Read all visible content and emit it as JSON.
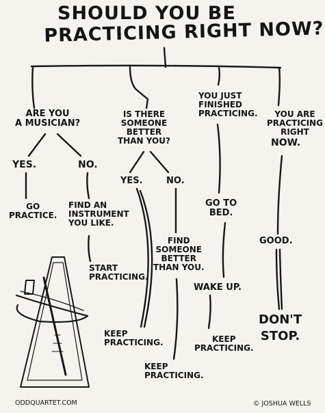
{
  "title": {
    "line1": "Should you be",
    "line2": "practicing right now?"
  },
  "nodes": {
    "are_you_musician": "Are you\na musician?",
    "yes_1": "Yes.",
    "no_1": "No.",
    "go_practice": "Go\npractice.",
    "find_instrument": "Find an\ninstrument\nyou like.",
    "start_practicing": "Start\npracticing.",
    "is_there_someone": "Is there\nsomeone\nbetter\nthan you?",
    "yes_2": "Yes.",
    "no_2": "No.",
    "keep_practicing_1": "Keep\npracticing.",
    "find_someone": "Find\nsomeone\nbetter\nthan you.",
    "keep_practicing_2": "Keep\npracticing.",
    "just_finished": "You just\nfinished\npracticing.",
    "go_to_bed": "Go to\nbed.",
    "wake_up": "Wake up.",
    "keep_practicing_3": "Keep\npracticing.",
    "practicing_now_a": "You are\npracticing\nright",
    "practicing_now_b": "now.",
    "good": "Good.",
    "dont_stop": "Don't\nstop."
  },
  "footer": {
    "site": "oddquartet.com",
    "credit": "© Joshua Wells"
  },
  "illustration": {
    "subject": "metronome-icon"
  },
  "colors": {
    "ink": "#141414",
    "paper": "#f4f3ee"
  }
}
